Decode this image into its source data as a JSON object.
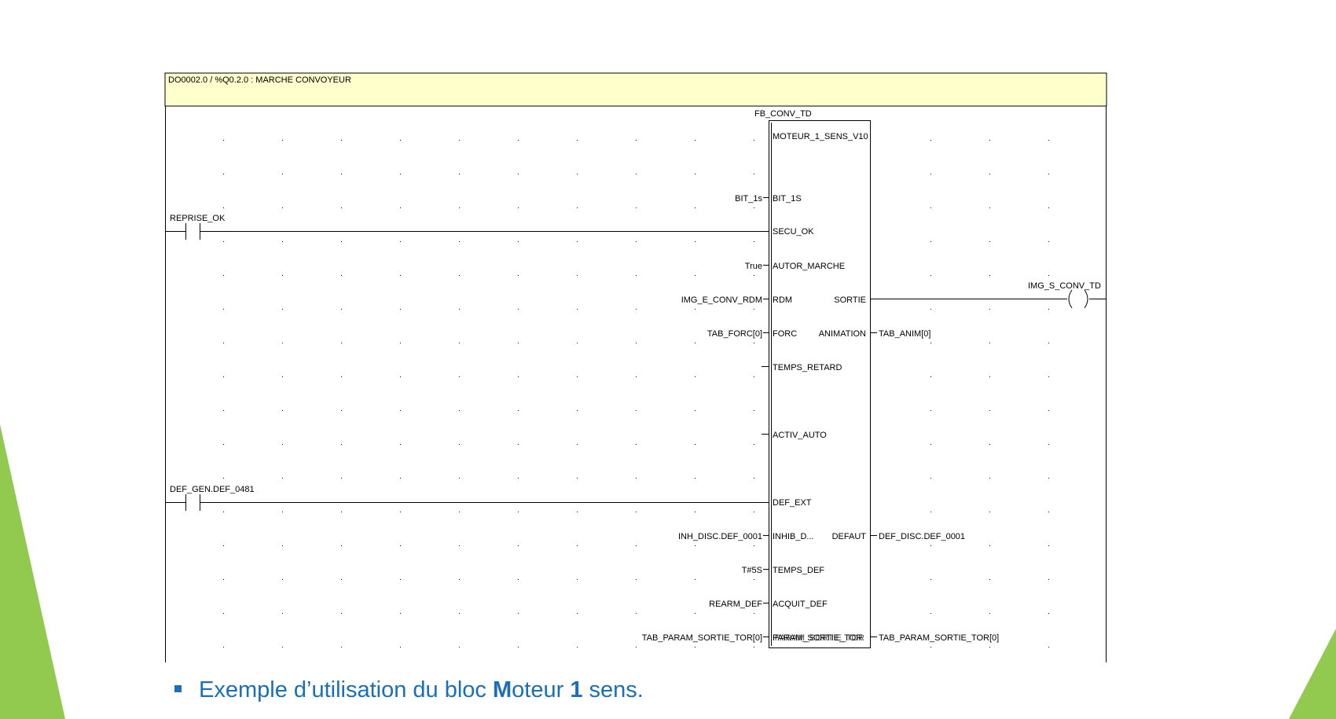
{
  "colors": {
    "header_bg": "#ffffcc",
    "line": "#000000",
    "grid_dot": "#000000",
    "accent_green": "#92c94f",
    "caption": "#1a6fb8"
  },
  "rung": {
    "title": "DO0002.0 / %Q0.2.0 : MARCHE CONVOYEUR"
  },
  "block": {
    "instance": "FB_CONV_TD",
    "type": "MOTEUR_1_SENS_V10",
    "inputs": [
      {
        "pin": "BIT_1S",
        "value": "BIT_1s"
      },
      {
        "pin": "SECU_OK",
        "value": ""
      },
      {
        "pin": "AUTOR_MARCHE",
        "value": "True"
      },
      {
        "pin": "RDM",
        "value": "IMG_E_CONV_RDM"
      },
      {
        "pin": "FORC",
        "value": "TAB_FORC[0]"
      },
      {
        "pin": "TEMPS_RETARD",
        "value": ""
      },
      {
        "pin": "ACTIV_AUTO",
        "value": ""
      },
      {
        "pin": "DEF_EXT",
        "value": ""
      },
      {
        "pin": "INHIB_D...",
        "value": "INH_DISC.DEF_0001"
      },
      {
        "pin": "TEMPS_DEF",
        "value": "T#5S"
      },
      {
        "pin": "ACQUIT_DEF",
        "value": "REARM_DEF"
      },
      {
        "pin": "PARAM_SORTIE_TOR",
        "value": "TAB_PARAM_SORTIE_TOR[0]"
      }
    ],
    "outputs": [
      {
        "pin": "SORTIE",
        "value": ""
      },
      {
        "pin": "ANIMATION",
        "value": "TAB_ANIM[0]"
      },
      {
        "pin": "DEFAUT",
        "value": "DEF_DISC.DEF_0001"
      },
      {
        "pin": "PARAM_SORTIE_TOR",
        "value": "TAB_PARAM_SORTIE_TOR[0]"
      }
    ]
  },
  "contacts": [
    {
      "label": "REPRISE_OK"
    },
    {
      "label": "DEF_GEN.DEF_0481"
    }
  ],
  "coil": {
    "label": "IMG_S_CONV_TD"
  },
  "caption": {
    "part1": "Exemple d’utilisation du bloc ",
    "bold1": "M",
    "part2": "oteur ",
    "bold2": "1",
    "part3": " sens."
  }
}
